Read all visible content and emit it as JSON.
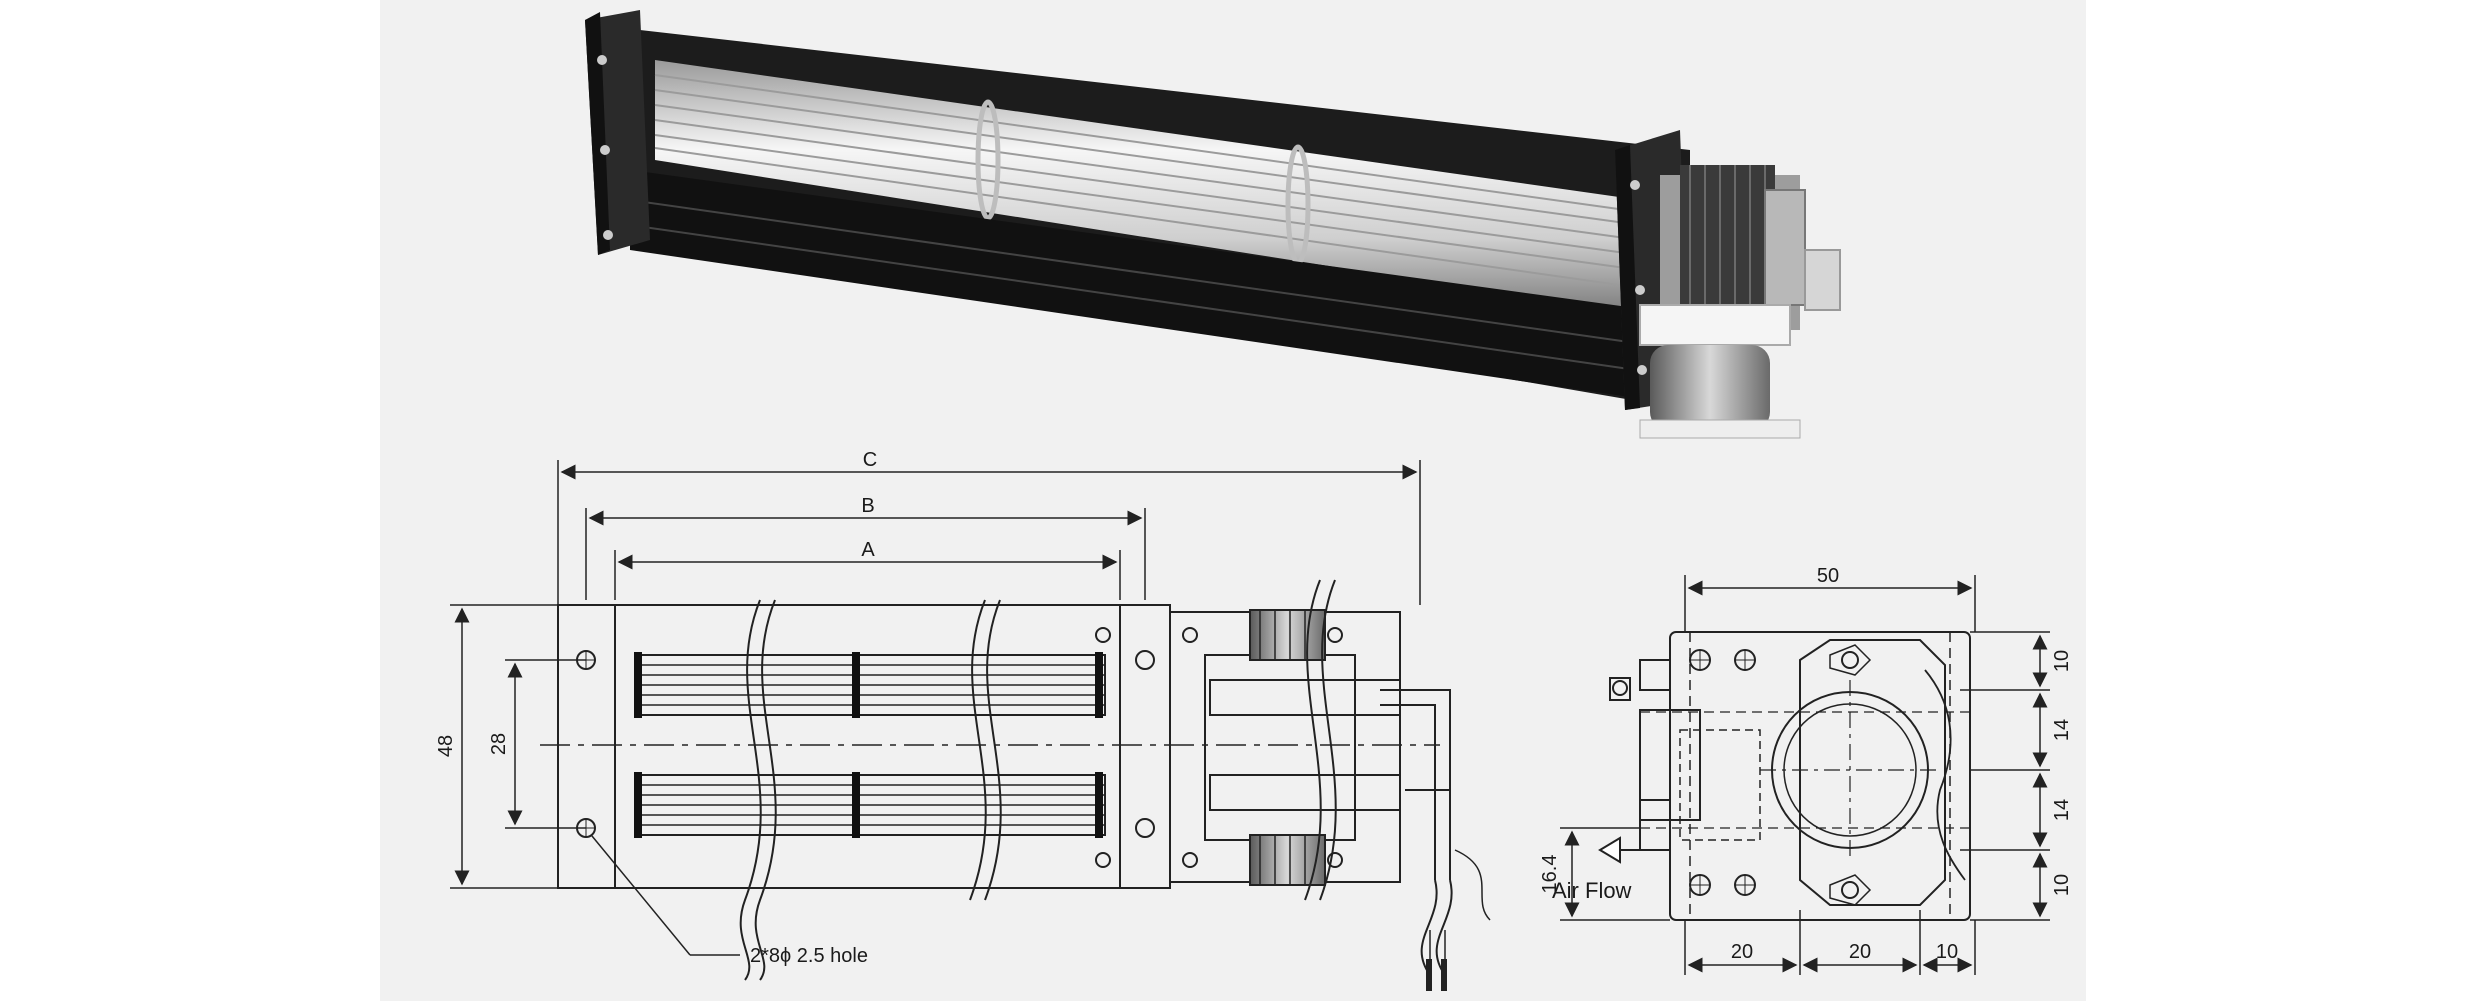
{
  "figure": {
    "photo": {
      "subject": "cross-flow-fan-photo"
    },
    "front_view": {
      "dims": {
        "C": "C",
        "B": "B",
        "A": "A",
        "height_48": "48",
        "height_28": "28"
      },
      "hole_note": "2*8ϕ 2.5 hole"
    },
    "side_view": {
      "dims": {
        "width_50": "50",
        "right_10_top": "10",
        "right_14_upper": "14",
        "right_14_lower": "14",
        "right_10_bottom": "10",
        "bottom_20_left": "20",
        "bottom_20_mid": "20",
        "bottom_10_right": "10",
        "left_16_4": "16.4"
      },
      "airflow_label": "Air Flow"
    }
  },
  "colors": {
    "line": "#222222",
    "panel": "#f1f1f1",
    "metal": "#1c1c1c",
    "blade": "#e8e8e8"
  }
}
